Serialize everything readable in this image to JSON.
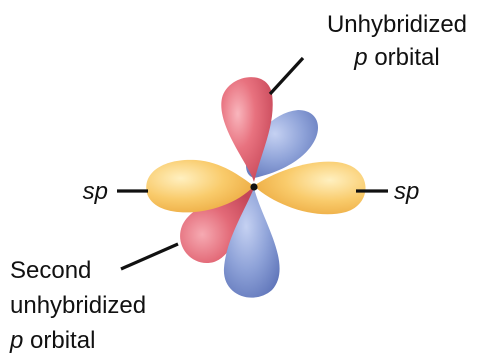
{
  "labels": {
    "top_right_line1": "Unhybridized",
    "top_right_line2_italic": "p",
    "top_right_line2_rest": " orbital",
    "left_sp": "sp",
    "right_sp": "sp",
    "bottom_left_line1": "Second",
    "bottom_left_line2": "unhybridized",
    "bottom_left_line3_italic": "p",
    "bottom_left_line3_rest": " orbital"
  },
  "colors": {
    "red_lobe": "#e36a78",
    "blue_lobe": "#7f95cf",
    "yellow_lobe": "#f7c25e",
    "nucleus": "#111111",
    "text": "#111111"
  }
}
